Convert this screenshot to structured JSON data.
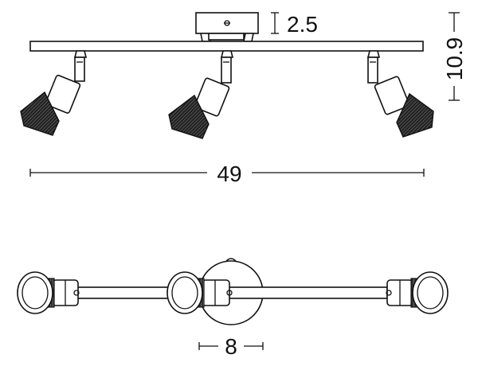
{
  "dimensions": {
    "mount_height": "2.5",
    "total_height": "10.9",
    "total_width": "49",
    "base_diameter": "8"
  },
  "colors": {
    "line": "#111111",
    "background": "#ffffff"
  }
}
